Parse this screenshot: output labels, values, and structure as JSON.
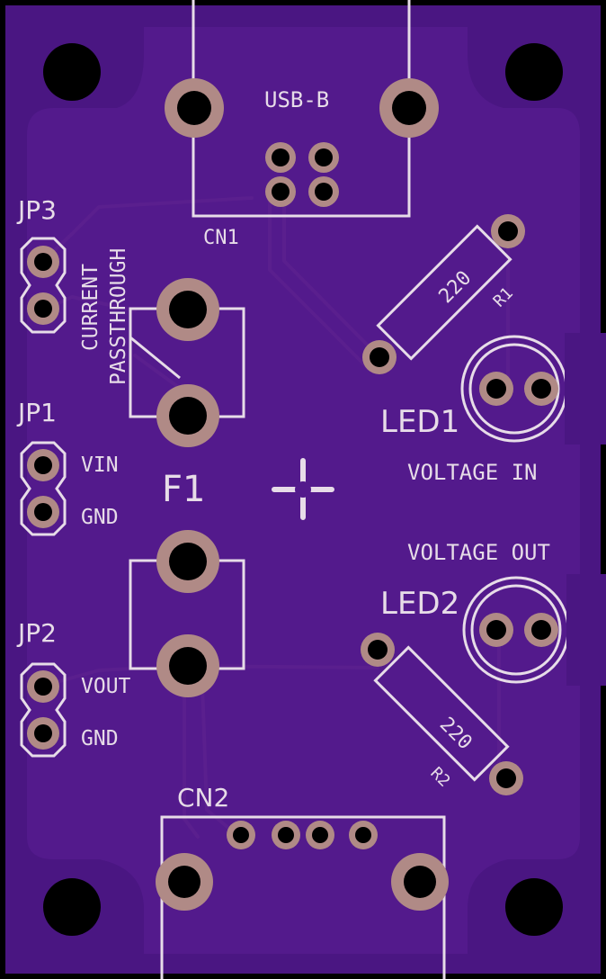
{
  "colors": {
    "board_edge": "#000000",
    "soldermask": "#4a1682",
    "soldermask_light": "#531a8c",
    "silkscreen": "#e7dce8",
    "copper_pad": "#b08a86",
    "drill": "#000000"
  },
  "labels": {
    "usb_b": "USB-B",
    "cn1": "CN1",
    "cn2": "CN2",
    "jp3": "JP3",
    "jp1": "JP1",
    "jp2": "JP2",
    "current": "CURRENT",
    "passthrough": "PASSTHROUGH",
    "vin": "VIN",
    "gnd_top": "GND",
    "vout": "VOUT",
    "gnd_bottom": "GND",
    "f1": "F1",
    "led1": "LED1",
    "led2": "LED2",
    "voltage_in": "VOLTAGE IN",
    "voltage_out": "VOLTAGE OUT",
    "r1": "R1",
    "r2": "R2",
    "r1_value": "220",
    "r2_value": "220"
  }
}
